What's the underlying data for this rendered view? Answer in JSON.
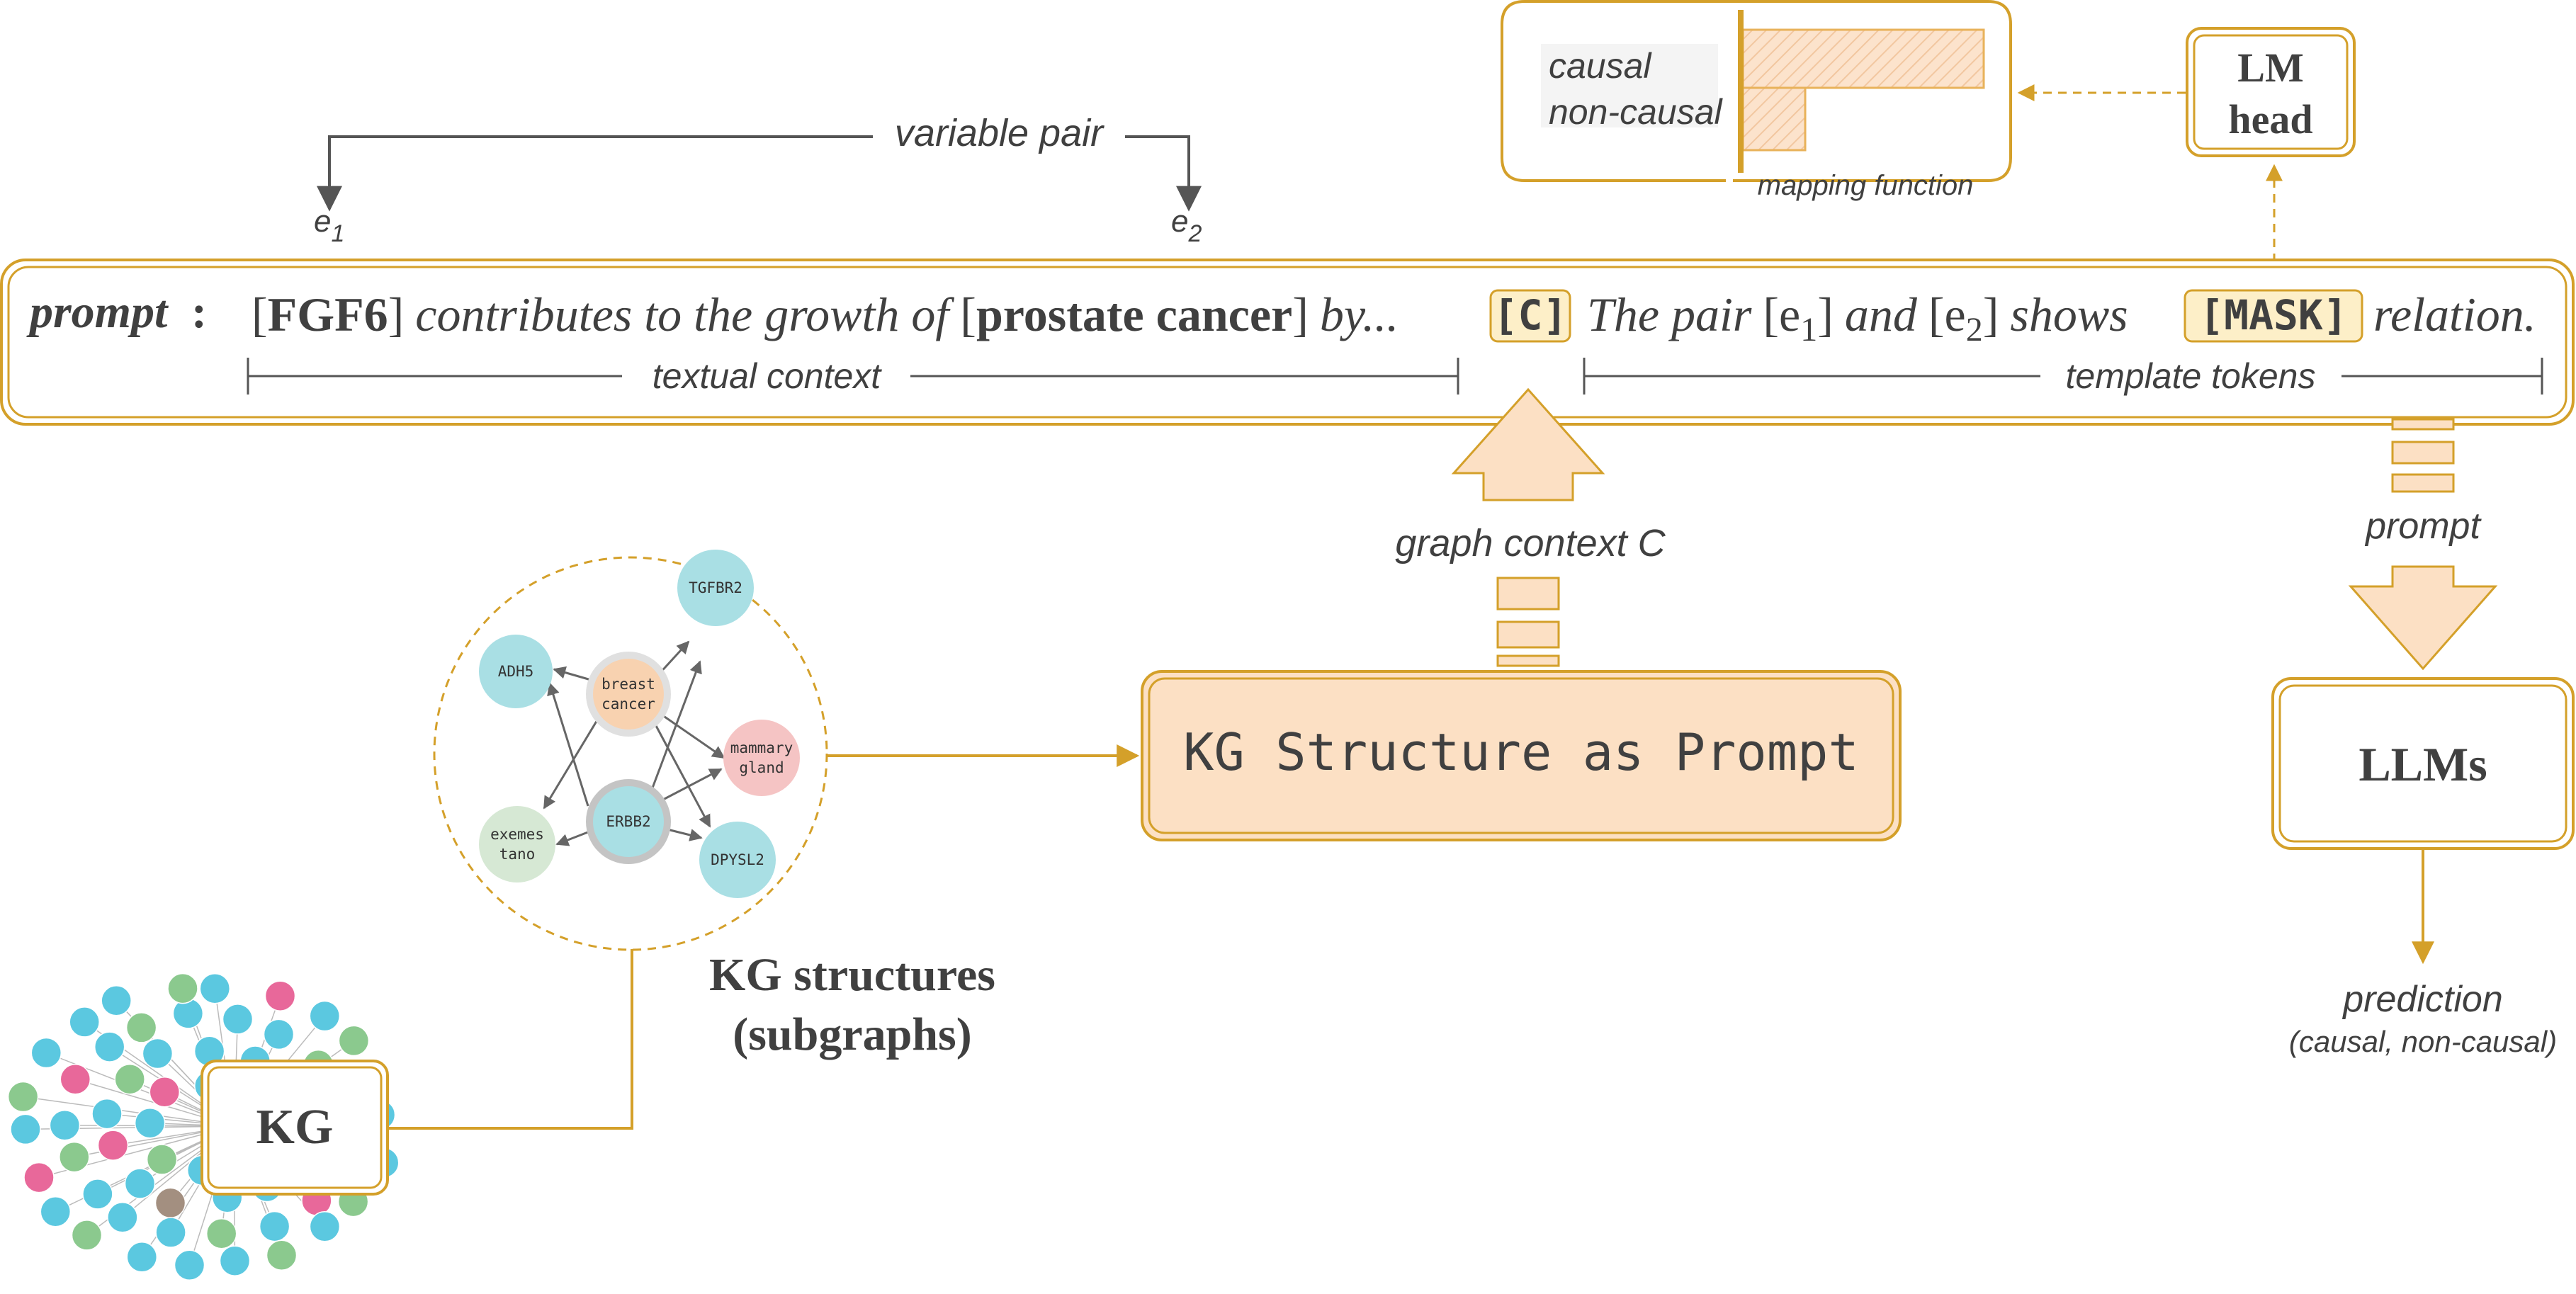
{
  "colors": {
    "gold": "#D4A02A",
    "gold_light": "#E6C25A",
    "peach": "#FCE0C4",
    "peach_dark": "#F6CFA6",
    "token_fill": "#FDEFC8",
    "text": "#404040",
    "gray_arrow": "#555555",
    "node_cyan": "#5BC8E0",
    "node_green": "#8BC98E",
    "node_pink": "#E8689A",
    "node_brown": "#A38F80",
    "sub_cyan": "#A9DFE4",
    "sub_peach": "#F8D2B0",
    "sub_pink": "#F5C4C4",
    "sub_green": "#D6E8D4"
  },
  "variable_pair": {
    "label": "variable pair",
    "e1": "e",
    "e1_sub": "1",
    "e2": "e",
    "e2_sub": "2"
  },
  "prompt": {
    "label": "prompt",
    "colon": ":",
    "bracket_open": "[",
    "bracket_close": "]",
    "entity1": "FGF6",
    "middle": "contributes to the growth of",
    "entity2": "prostate cancer",
    "by": "by...",
    "c_token": "[C]",
    "the_pair": "The pair",
    "e": "e",
    "sub1": "1",
    "sub2": "2",
    "and": "and",
    "shows": "shows",
    "mask_token": "[MASK]",
    "relation": "relation.",
    "textual_context": "textual context",
    "template_tokens": "template tokens"
  },
  "mapping": {
    "causal": "causal",
    "non_causal": "non-causal",
    "caption": "mapping function",
    "causal_score": 1.0,
    "non_causal_score": 0.26
  },
  "lm_head": {
    "line1": "LM",
    "line2": "head"
  },
  "graph_context": "graph context C",
  "kg_prompt_box": "KG Structure as Prompt",
  "right_prompt_label": "prompt",
  "llms": "LLMs",
  "prediction": {
    "title": "prediction",
    "subtitle": "(causal, non-causal)"
  },
  "kg_structures": {
    "line1": "KG structures",
    "line2": "(subgraphs)"
  },
  "kg_box": "KG",
  "subgraph": {
    "nodes": {
      "adh5": "ADH5",
      "breast1": "breast",
      "breast2": "cancer",
      "tgfbr2": "TGFBR2",
      "mammary1": "mammary",
      "mammary2": "gland",
      "exemes1": "exemes",
      "exemes2": "tano",
      "erbb2": "ERBB2",
      "dpysl2": "DPYSL2"
    }
  }
}
